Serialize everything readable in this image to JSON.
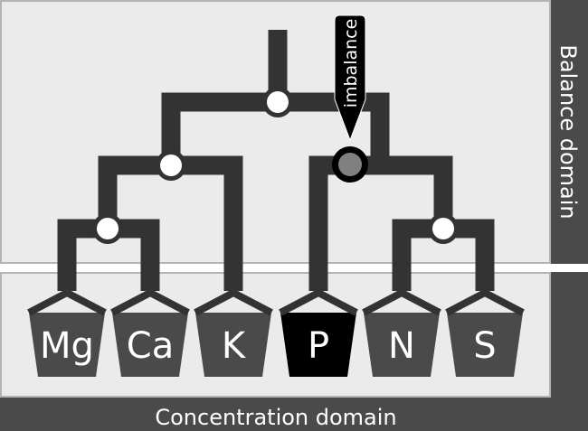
{
  "domains": {
    "balance": "Balance domain",
    "concentration": "Concentration domain"
  },
  "marker": {
    "label": "imbalance"
  },
  "nutrients": [
    {
      "symbol": "Mg",
      "highlighted": false
    },
    {
      "symbol": "Ca",
      "highlighted": false
    },
    {
      "symbol": "K",
      "highlighted": false
    },
    {
      "symbol": "P",
      "highlighted": true
    },
    {
      "symbol": "N",
      "highlighted": false
    },
    {
      "symbol": "S",
      "highlighted": false
    }
  ],
  "colors": {
    "panel": "#ebebeb",
    "panel_border": "#b4b4b4",
    "band": "#4a4a4a",
    "tree": "#333333",
    "node_fill": "#ffffff",
    "node_highlight": "#808080",
    "pot": "#4a4a4a",
    "pot_highlight": "#000000"
  }
}
